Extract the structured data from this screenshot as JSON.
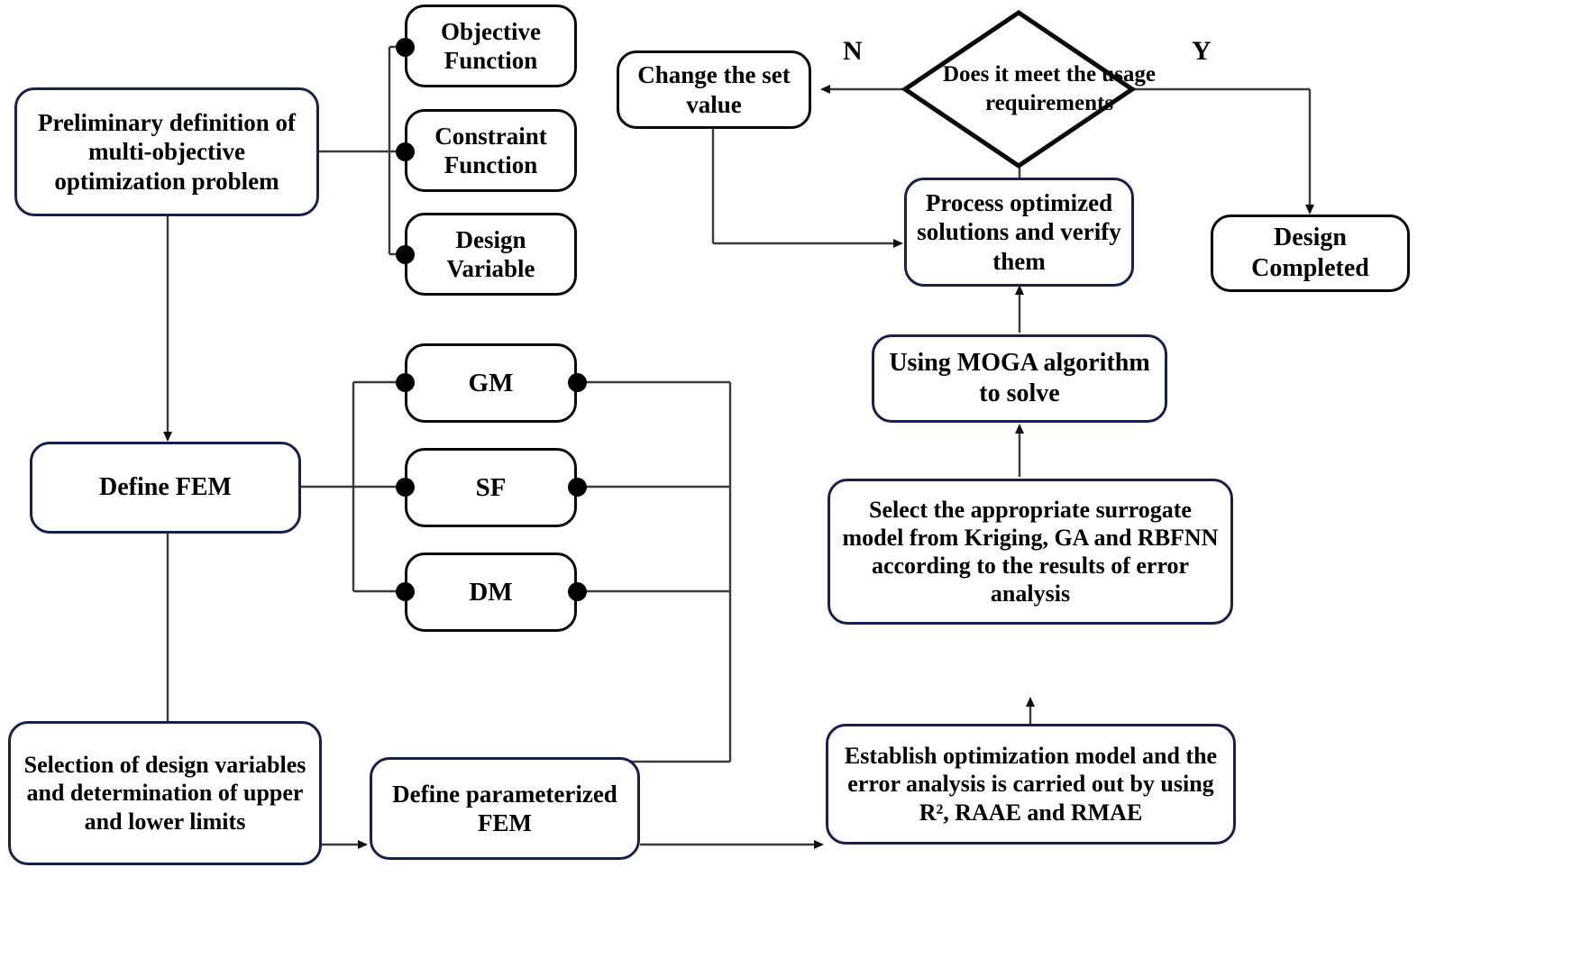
{
  "diagram": {
    "title": "Multi-objective optimization design flowchart",
    "colors": {
      "navy_border": "#1a1f4b",
      "black_border": "#0a0a0a",
      "wire": "#3a3a3a",
      "background": "#ffffff"
    },
    "nodes": {
      "preliminary_definition": "Preliminary definition of multi-objective optimization problem",
      "objective_function": "Objective Function",
      "constraint_function": "Constraint Function",
      "design_variable": "Design Variable",
      "define_fem": "Define FEM",
      "gm": "GM",
      "sf": "SF",
      "dm": "DM",
      "selection_of_design_variables": "Selection of design variables and determination of upper and lower limits",
      "define_parameterized_fem": "Define parameterized FEM",
      "establish_optimization_model": "Establish optimization model and the error analysis is carried out by using R², RAAE and RMAE",
      "select_surrogate_model": "Select the appropriate surrogate model from Kriging, GA and RBFNN according to the results of error analysis",
      "using_moga": "Using MOGA algorithm to solve",
      "process_optimized_solutions": "Process optimized solutions and verify them",
      "decision_usage_requirements": "Does it meet the usage requirements",
      "change_set_value": "Change the set value",
      "design_completed": "Design Completed"
    },
    "edge_labels": {
      "no_branch": "N",
      "yes_branch": "Y"
    }
  }
}
